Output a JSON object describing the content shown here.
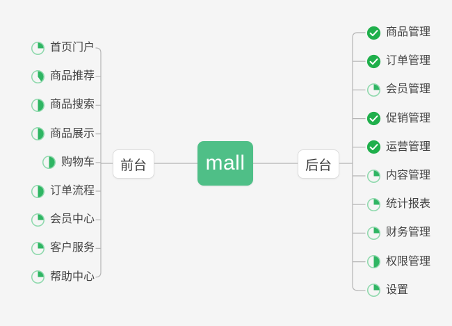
{
  "diagram": {
    "type": "mindmap",
    "title": "mall",
    "background_color": "#f5f5f5",
    "connector_color": "#b5b5b5",
    "center": {
      "label": "mall",
      "color": "#4FBF87",
      "text_color": "#ffffff"
    },
    "branches": [
      {
        "id": "frontend",
        "label": "前台",
        "side": "left"
      },
      {
        "id": "backend",
        "label": "后台",
        "side": "right"
      }
    ],
    "legend": {
      "done_color": "#1FAF4B",
      "progress_ring_color": "#8fd9ad",
      "progress_fill_color": "#2FB563",
      "status_done": "done",
      "status_progress": "in-progress"
    },
    "frontend_items": [
      {
        "label": "首页门户",
        "status": "in-progress",
        "progress": 25
      },
      {
        "label": "商品推荐",
        "status": "in-progress",
        "progress": 40
      },
      {
        "label": "商品搜索",
        "status": "in-progress",
        "progress": 50
      },
      {
        "label": "商品展示",
        "status": "in-progress",
        "progress": 50
      },
      {
        "label": "购物车",
        "status": "in-progress",
        "progress": 50
      },
      {
        "label": "订单流程",
        "status": "in-progress",
        "progress": 50
      },
      {
        "label": "会员中心",
        "status": "in-progress",
        "progress": 25
      },
      {
        "label": "客户服务",
        "status": "in-progress",
        "progress": 25
      },
      {
        "label": "帮助中心",
        "status": "in-progress",
        "progress": 25
      }
    ],
    "backend_items": [
      {
        "label": "商品管理",
        "status": "done",
        "progress": 100
      },
      {
        "label": "订单管理",
        "status": "done",
        "progress": 100
      },
      {
        "label": "会员管理",
        "status": "in-progress",
        "progress": 25
      },
      {
        "label": "促销管理",
        "status": "done",
        "progress": 100
      },
      {
        "label": "运营管理",
        "status": "done",
        "progress": 100
      },
      {
        "label": "内容管理",
        "status": "in-progress",
        "progress": 25
      },
      {
        "label": "统计报表",
        "status": "in-progress",
        "progress": 25
      },
      {
        "label": "财务管理",
        "status": "in-progress",
        "progress": 25
      },
      {
        "label": "权限管理",
        "status": "in-progress",
        "progress": 50
      },
      {
        "label": "设置",
        "status": "in-progress",
        "progress": 25
      }
    ]
  }
}
